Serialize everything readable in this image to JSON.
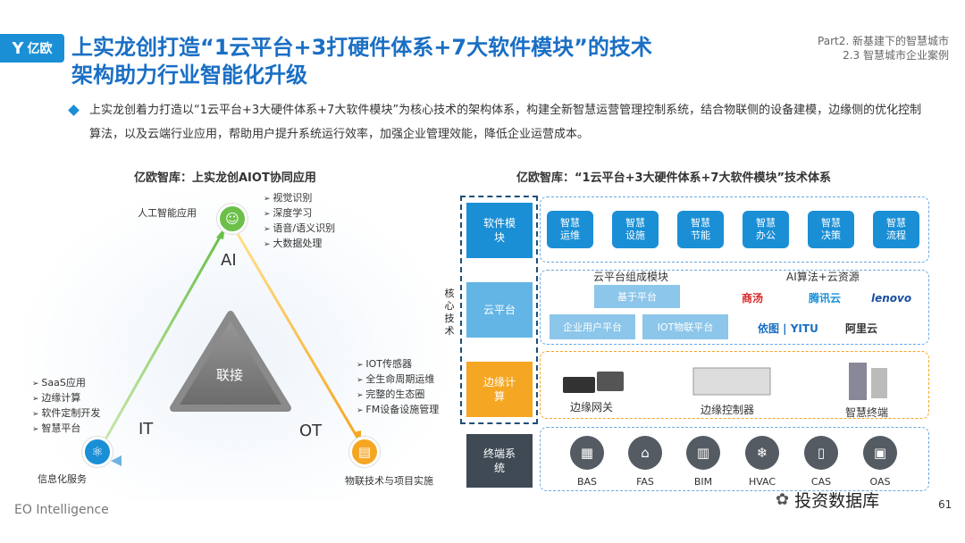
{
  "logo": {
    "text": "亿欧"
  },
  "title": {
    "line1": "上实龙创打造“1云平台+3打硬件体系+7大软件模块”的技术",
    "line2": "架构助力行业智能化升级"
  },
  "part": {
    "line1": "Part2. 新基建下的智慧城市",
    "line2": "2.3 智慧城市企业案例"
  },
  "paragraph": "上实龙创着力打造以“1云平台+3大硬件体系+7大软件模块”为核心技术的架构体系，构建全新智慧运营管理控制系统，结合物联侧的设备建模，边缘侧的优化控制算法，以及云端行业应用，帮助用户提升系统运行效率，加强企业管理效能，降低企业运营成本。",
  "left": {
    "title": "亿欧智库：上实龙创AIOT协同应用",
    "center": "联接",
    "ai": {
      "letter": "AI",
      "label": "人工智能应用",
      "items": [
        "视觉识别",
        "深度学习",
        "语音/语义识别",
        "大数据处理"
      ]
    },
    "it": {
      "letter": "IT",
      "label": "信息化服务",
      "items": [
        "SaaS应用",
        "边缘计算",
        "软件定制开发",
        "智慧平台"
      ]
    },
    "ot": {
      "letter": "OT",
      "label": "物联技术与项目实施",
      "items": [
        "IOT传感器",
        "全生命周期运维",
        "完整的生态圈",
        "FM设备设施管理"
      ]
    }
  },
  "right": {
    "title": "亿欧智库：“1云平台+3大硬件体系+7大软件模块”技术体系",
    "core_label": [
      "核",
      "心",
      "技",
      "术"
    ],
    "layers": {
      "software": {
        "line1": "软件模",
        "line2": "块"
      },
      "cloud": "云平台",
      "edge": {
        "line1": "边缘计",
        "line2": "算"
      },
      "terminal": {
        "line1": "终端系",
        "line2": "统"
      }
    },
    "modules": [
      {
        "l1": "智慧",
        "l2": "运维"
      },
      {
        "l1": "智慧",
        "l2": "设施"
      },
      {
        "l1": "智慧",
        "l2": "节能"
      },
      {
        "l1": "智慧",
        "l2": "办公"
      },
      {
        "l1": "智慧",
        "l2": "决策"
      },
      {
        "l1": "智慧",
        "l2": "流程"
      }
    ],
    "cloud_panel": {
      "heading": "云平台组成模块",
      "base": "基于平台",
      "enterprise": "企业用户平台",
      "iot": "IOT物联平台",
      "ai_heading": "AI算法+云资源",
      "brands": {
        "shangtang": "商汤",
        "tencent": "腾讯云",
        "lenovo": "lenovo",
        "yitu": "依图 | YITU",
        "aliyun": "阿里云"
      }
    },
    "edge_panel": {
      "gateway": "边缘网关",
      "controller": "边缘控制器",
      "terminal": "智慧终端"
    },
    "terminals": [
      "BAS",
      "FAS",
      "BIM",
      "HVAC",
      "CAS",
      "OAS"
    ]
  },
  "footer": "EO Intelligence",
  "watermark": "投资数据库",
  "page_number": "61",
  "colors": {
    "primary": "#1a8fd6",
    "orange": "#f5a623",
    "green": "#6cc04a",
    "dark": "#3f4a55"
  }
}
